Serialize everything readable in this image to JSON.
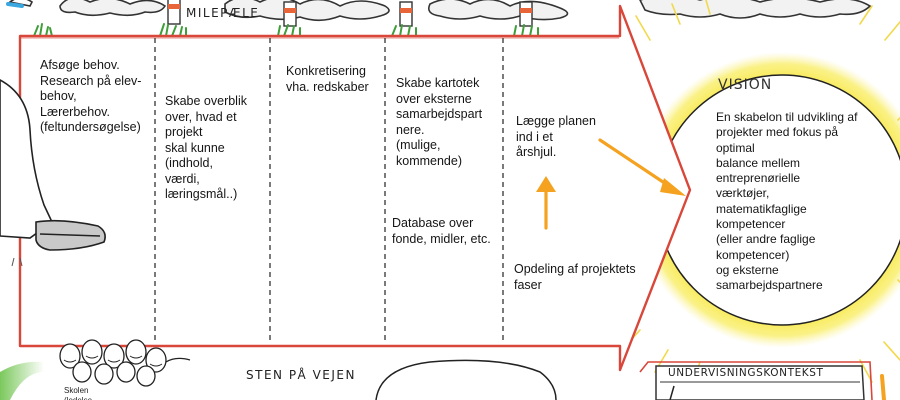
{
  "labels": {
    "milestones": "MILEPÆLE",
    "obstacles": "STEN PÅ VEJEN",
    "teaching_context": "UNDERVISNINGSKONTEKST",
    "vision_title": "VISION",
    "school_note": "Skolen\n(ledelse"
  },
  "columns": [
    {
      "text": "Afsøge behov.\nResearch på elev-\nbehov,\nLærerbehov.\n(feltundersøgelse)"
    },
    {
      "text": "Skabe overblik\nover, hvad et\nprojekt\nskal kunne\n(indhold,\nværdi,\nlæringsmål..)"
    },
    {
      "text": "Konkretisering\nvha. redskaber"
    },
    {
      "text": "Skabe kartotek\nover eksterne\nsamarbejdspart\nnere.\n(mulige,\nkommende)",
      "text2": "Database over\nfonde, midler, etc."
    },
    {
      "text": "Lægge planen\nind i et\nårshjul.",
      "text2": "Opdeling af projektets\nfaser"
    }
  ],
  "vision": {
    "text": "En skabelon til udvikling af\nprojekter med fokus på\noptimal\nbalance mellem\nentreprenørielle\nværktøjer,\nmatematikfaglige\nkompetencer\n(eller andre faglige\nkompetencer)\nog eksterne\nsamarbejdspartnere"
  },
  "colors": {
    "arrow_outline": "#d8473a",
    "sun_glow": "#f7e53a",
    "sun_rays": "#f2d94a",
    "highlight_arrow": "#f4a21f",
    "grass": "#3f9e3a",
    "column_divider": "#333333",
    "bottom_glow_green": "#6cc24a"
  },
  "icons": [
    "footprint-leg-icon",
    "milestone-post-icon",
    "cloud-icon",
    "stone-faces-icon",
    "orange-arrow-icon"
  ]
}
